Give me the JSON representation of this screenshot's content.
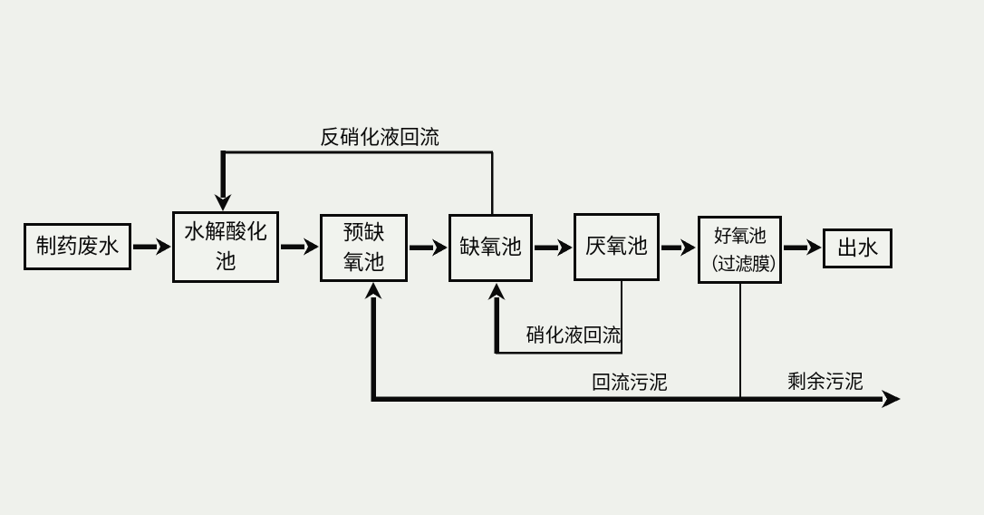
{
  "page": {
    "background_color": "#eff1ec",
    "line_color": "#0a0a0a"
  },
  "diagram": {
    "type": "process-flowchart",
    "nodes": [
      {
        "id": "feed",
        "label": "制药废水"
      },
      {
        "id": "hydrolysis",
        "label": "水解酸化池"
      },
      {
        "id": "pre_anoxic",
        "label": "预缺\n氧池"
      },
      {
        "id": "anoxic",
        "label": "缺氧池"
      },
      {
        "id": "anaerobic",
        "label": "厌氧池"
      },
      {
        "id": "aerobic",
        "label": "好氧池\n（过滤膜）"
      },
      {
        "id": "effluent",
        "label": "出水"
      }
    ],
    "flow_labels": {
      "denitrified_reflux": "反硝化液回流",
      "nitrified_reflux": "硝化液回流",
      "return_sludge": "回流污泥",
      "excess_sludge": "剩余污泥"
    },
    "edges": [
      {
        "from": "feed",
        "to": "hydrolysis"
      },
      {
        "from": "hydrolysis",
        "to": "pre_anoxic"
      },
      {
        "from": "pre_anoxic",
        "to": "anoxic"
      },
      {
        "from": "anoxic",
        "to": "anaerobic"
      },
      {
        "from": "anaerobic",
        "to": "aerobic"
      },
      {
        "from": "aerobic",
        "to": "effluent"
      },
      {
        "from": "anoxic",
        "to": "hydrolysis",
        "label": "反硝化液回流",
        "route": "top"
      },
      {
        "from": "anaerobic",
        "to": "anoxic",
        "label": "硝化液回流",
        "route": "bottom-inner"
      },
      {
        "from": "aerobic",
        "to": "pre_anoxic",
        "label": "回流污泥",
        "route": "bottom"
      },
      {
        "from": "aerobic",
        "to": "out",
        "label": "剩余污泥",
        "route": "bottom-right"
      }
    ]
  }
}
